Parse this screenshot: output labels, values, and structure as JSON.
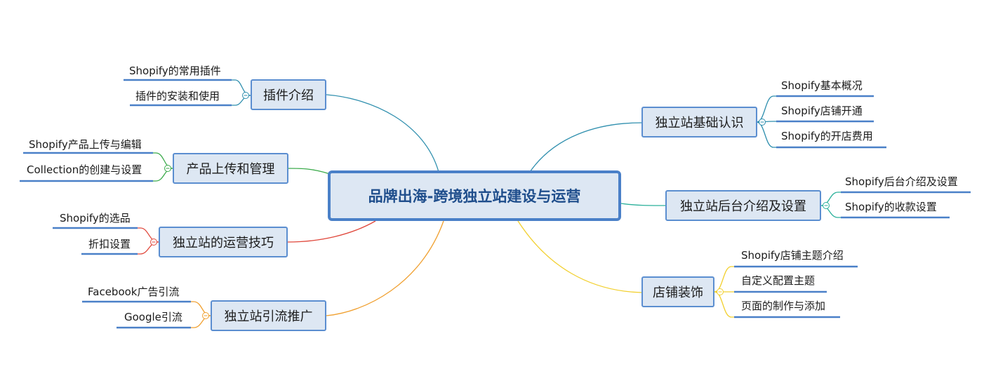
{
  "root": {
    "label": "品牌出海-跨境独立站建设与运营"
  },
  "branches": {
    "b1": {
      "label": "插件介绍",
      "color": "#2f8fae",
      "children": [
        "Shopify的常用插件",
        "插件的安装和使用"
      ]
    },
    "b2": {
      "label": "产品上传和管理",
      "color": "#3aaa4a",
      "children": [
        "Shopify产品上传与编辑",
        "Collection的创建与设置"
      ]
    },
    "b3": {
      "label": "独立站的运营技巧",
      "color": "#e0483c",
      "children": [
        "Shopify的选品",
        "折扣设置"
      ]
    },
    "b4": {
      "label": "独立站引流推广",
      "color": "#f0a030",
      "children": [
        "Facebook广告引流",
        "Google引流"
      ]
    },
    "b5": {
      "label": "独立站基础认识",
      "color": "#2f8fae",
      "children": [
        "Shopify基本概况",
        "Shopify店铺开通",
        "Shopify的开店费用"
      ]
    },
    "b6": {
      "label": "独立站后台介绍及设置",
      "color": "#2ab09a",
      "children": [
        "Shopify后台介绍及设置",
        "Shopify的收款设置"
      ]
    },
    "b7": {
      "label": "店铺装饰",
      "color": "#f2d030",
      "children": [
        "Shopify店铺主题介绍",
        "自定义配置主题",
        "页面的制作与添加"
      ]
    }
  },
  "colors": {
    "node_fill": "#dde7f3",
    "node_border": "#5b8ed0",
    "leaf_underline": "#4a80c8",
    "root_text": "#1f4e8c"
  }
}
